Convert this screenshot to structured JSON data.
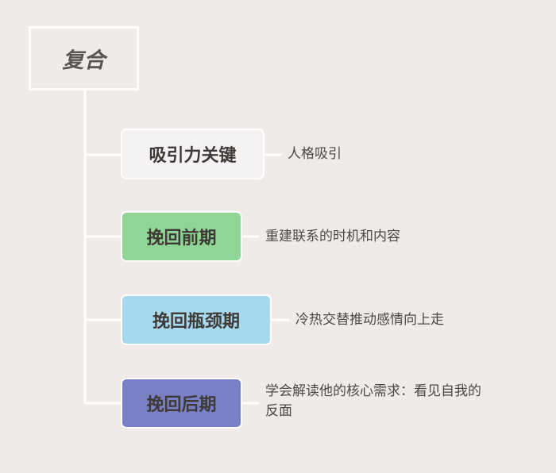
{
  "root": {
    "label": "复合"
  },
  "branches": [
    {
      "label": "吸引力关键",
      "color": "#f4f2f4",
      "desc_lines": [
        "人格吸引"
      ]
    },
    {
      "label": "挽回前期",
      "color": "#8fd595",
      "desc_lines": [
        "重建联系的时机和内容"
      ]
    },
    {
      "label": "挽回瓶颈期",
      "color": "#a6d9ee",
      "desc_lines": [
        "冷热交替推动感情向上走"
      ]
    },
    {
      "label": "挽回后期",
      "color": "#7a80c6",
      "desc_lines": [
        "学会解读他的核心需求：看见自我的",
        "反面"
      ]
    }
  ],
  "colors": {
    "background": "#f0eae8",
    "connector": "#ffffff",
    "text": "#4d4845"
  }
}
